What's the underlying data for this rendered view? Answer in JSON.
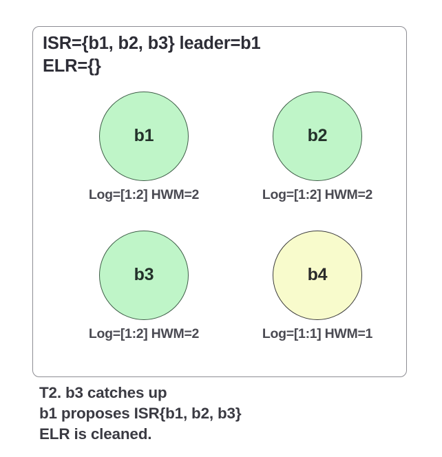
{
  "panel": {
    "header_lines": [
      "ISR={b1, b2, b3} leader=b1",
      "ELR={}"
    ]
  },
  "nodes": [
    {
      "id": "b1",
      "label": "b1",
      "meta": "Log=[1:2] HWM=2",
      "state": "in-sync",
      "fill": "#bff5c8",
      "stroke": "#3d5c46"
    },
    {
      "id": "b2",
      "label": "b2",
      "meta": "Log=[1:2] HWM=2",
      "state": "in-sync",
      "fill": "#bff5c8",
      "stroke": "#3d5c46"
    },
    {
      "id": "b3",
      "label": "b3",
      "meta": "Log=[1:2] HWM=2",
      "state": "in-sync",
      "fill": "#bff5c8",
      "stroke": "#3d5c46"
    },
    {
      "id": "b4",
      "label": "b4",
      "meta": "Log=[1:1] HWM=1",
      "state": "lagging",
      "fill": "#f8fbcc",
      "stroke": "#3a3a3a"
    }
  ],
  "caption": {
    "lines": [
      "T2. b3 catches up",
      "b1 proposes ISR{b1, b2, b3}",
      "ELR is cleaned."
    ]
  }
}
